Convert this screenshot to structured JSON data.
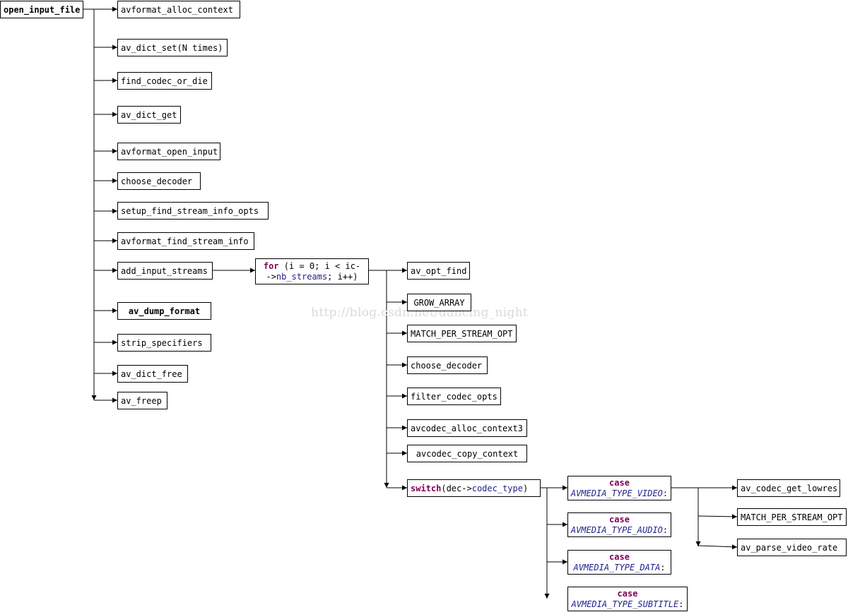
{
  "root": {
    "label": "open_input_file"
  },
  "main_calls": [
    "avformat_alloc_context",
    "av_dict_set(N times)",
    "find_codec_or_die",
    "av_dict_get",
    "avformat_open_input",
    "choose_decoder",
    "setup_find_stream_info_opts",
    "avformat_find_stream_info",
    "add_input_streams",
    "av_dump_format",
    "strip_specifiers",
    "av_dict_free",
    "av_freep"
  ],
  "for_loop": {
    "keyword": "for",
    "line1_rest": " (i = 0; i < ic-",
    "line2_arrow": "->",
    "line2_id": "nb_streams",
    "line2_rest": "; i++)"
  },
  "loop_calls": [
    "av_opt_find",
    "GROW_ARRAY",
    "MATCH_PER_STREAM_OPT",
    "choose_decoder",
    "filter_codec_opts",
    "avcodec_alloc_context3",
    "avcodec_copy_context"
  ],
  "switch_stmt": {
    "keyword": "switch",
    "open": " (dec->",
    "id": "codec_type",
    "close": ")"
  },
  "cases": [
    {
      "keyword": "case",
      "constant": "AVMEDIA_TYPE_VIDEO",
      "suffix": ":"
    },
    {
      "keyword": "case",
      "constant": "AVMEDIA_TYPE_AUDIO",
      "suffix": ":"
    },
    {
      "keyword": "case",
      "constant": "AVMEDIA_TYPE_DATA",
      "suffix": ":"
    },
    {
      "keyword": "case",
      "constant": "AVMEDIA_TYPE_SUBTITLE",
      "suffix": ":"
    }
  ],
  "video_calls": [
    "av_codec_get_lowres",
    "MATCH_PER_STREAM_OPT",
    "av_parse_video_rate"
  ],
  "watermark": "http://blog.csdn.net/dancing_night"
}
